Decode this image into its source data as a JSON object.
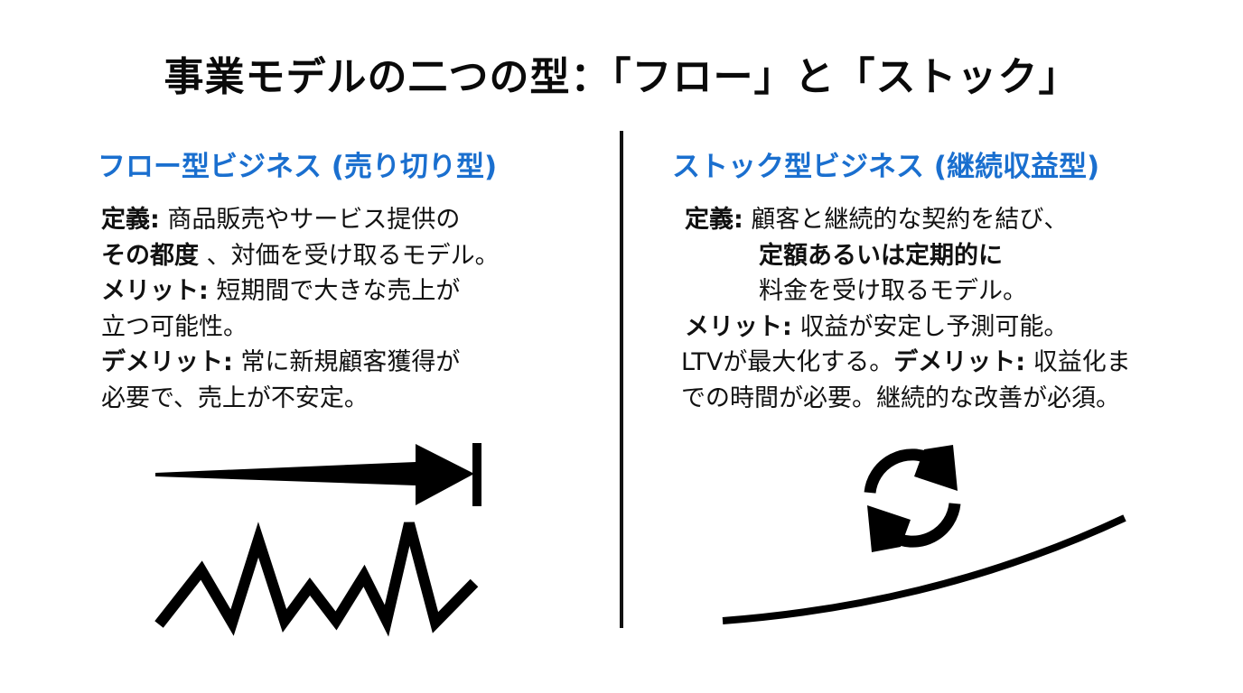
{
  "title": "事業モデルの二つの型：「フロー」と「ストック」",
  "colors": {
    "heading": "#1a6fcf",
    "text": "#111111",
    "background": "#ffffff",
    "divider": "#111111"
  },
  "left": {
    "heading": "フロー型ビジネス (売り切り型)",
    "lines": [
      {
        "bold": "定義:",
        "text": " 商品販売やサービス提供の"
      },
      {
        "bold": "その都度",
        "text": " 、対価を受け取るモデル。"
      },
      {
        "bold": "メリット:",
        "text": " 短期間で大きな売上が"
      },
      {
        "bold": "",
        "text": "立つ可能性。"
      },
      {
        "bold": "デメリット:",
        "text": " 常に新規顧客獲得が"
      },
      {
        "bold": "",
        "text": "必要で、売上が不安定。"
      }
    ],
    "icons": [
      "one-way-arrow-icon",
      "zigzag-volatile-line-icon"
    ]
  },
  "right": {
    "heading": "ストック型ビジネス (継続収益型)",
    "lines": [
      {
        "bold": "定義:",
        "text": " 顧客と継続的な契約を結び、"
      },
      {
        "bold": "定額あるいは定期的に",
        "text": ""
      },
      {
        "bold": "",
        "text": "料金を受け取るモデル。"
      },
      {
        "bold": "メリット:",
        "text": " 収益が安定し予測可能。"
      },
      {
        "pre": "LTVが最大化する。",
        "bold": "デメリット:",
        "text": " 収益化ま"
      },
      {
        "bold": "",
        "text": "での時間が必要。継続的な改善が必須。"
      }
    ],
    "icons": [
      "cycle-arrows-icon",
      "rising-curve-icon"
    ]
  }
}
